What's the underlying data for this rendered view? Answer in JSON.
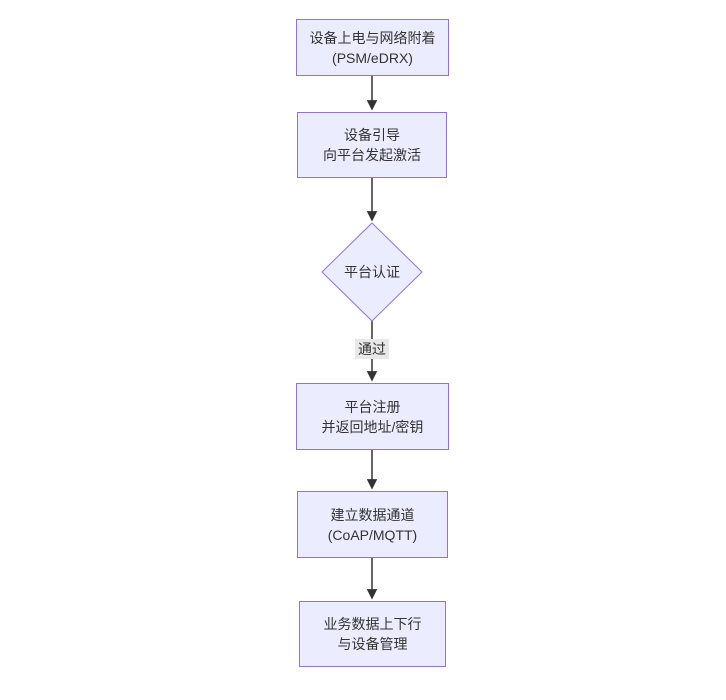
{
  "diagram": {
    "type": "flowchart",
    "direction": "top-down",
    "colors": {
      "node_fill": "#ECECFF",
      "node_border": "#9370DB",
      "edge": "#333333",
      "text": "#333333",
      "edge_label_bg": "#e8e8e8",
      "background": "#ffffff"
    },
    "nodes": [
      {
        "id": "power-on",
        "shape": "rect",
        "line1": "设备上电与网络附着",
        "line2": "(PSM/eDRX)"
      },
      {
        "id": "bootstrap",
        "shape": "rect",
        "line1": "设备引导",
        "line2": "向平台发起激活"
      },
      {
        "id": "auth",
        "shape": "diamond",
        "line1": "平台认证",
        "line2": ""
      },
      {
        "id": "register",
        "shape": "rect",
        "line1": "平台注册",
        "line2": "并返回地址/密钥"
      },
      {
        "id": "channel",
        "shape": "rect",
        "line1": "建立数据通道",
        "line2": "(CoAP/MQTT)"
      },
      {
        "id": "business",
        "shape": "rect",
        "line1": "业务数据上下行",
        "line2": "与设备管理"
      }
    ],
    "edges": [
      {
        "from": "power-on",
        "to": "bootstrap",
        "label": ""
      },
      {
        "from": "bootstrap",
        "to": "auth",
        "label": ""
      },
      {
        "from": "auth",
        "to": "register",
        "label": "通过"
      },
      {
        "from": "register",
        "to": "channel",
        "label": ""
      },
      {
        "from": "channel",
        "to": "business",
        "label": ""
      }
    ]
  }
}
